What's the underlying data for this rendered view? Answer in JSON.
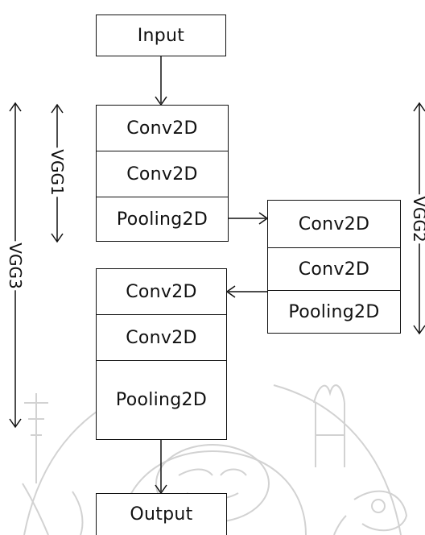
{
  "blocks": {
    "input": "Input",
    "vgg1_conv_a": "Conv2D",
    "vgg1_conv_b": "Conv2D",
    "vgg1_pool": "Pooling2D",
    "vgg2_conv_a": "Conv2D",
    "vgg2_conv_b": "Conv2D",
    "vgg2_pool": "Pooling2D",
    "vgg3_conv_a": "Conv2D",
    "vgg3_conv_b": "Conv2D",
    "vgg3_pool": "Pooling2D",
    "output": "Output"
  },
  "labels": {
    "vgg1": "VGG1",
    "vgg2": "VGG2",
    "vgg3": "VGG3"
  },
  "colors": {
    "stroke": "#111111",
    "watermark": "#d2d2d2"
  }
}
